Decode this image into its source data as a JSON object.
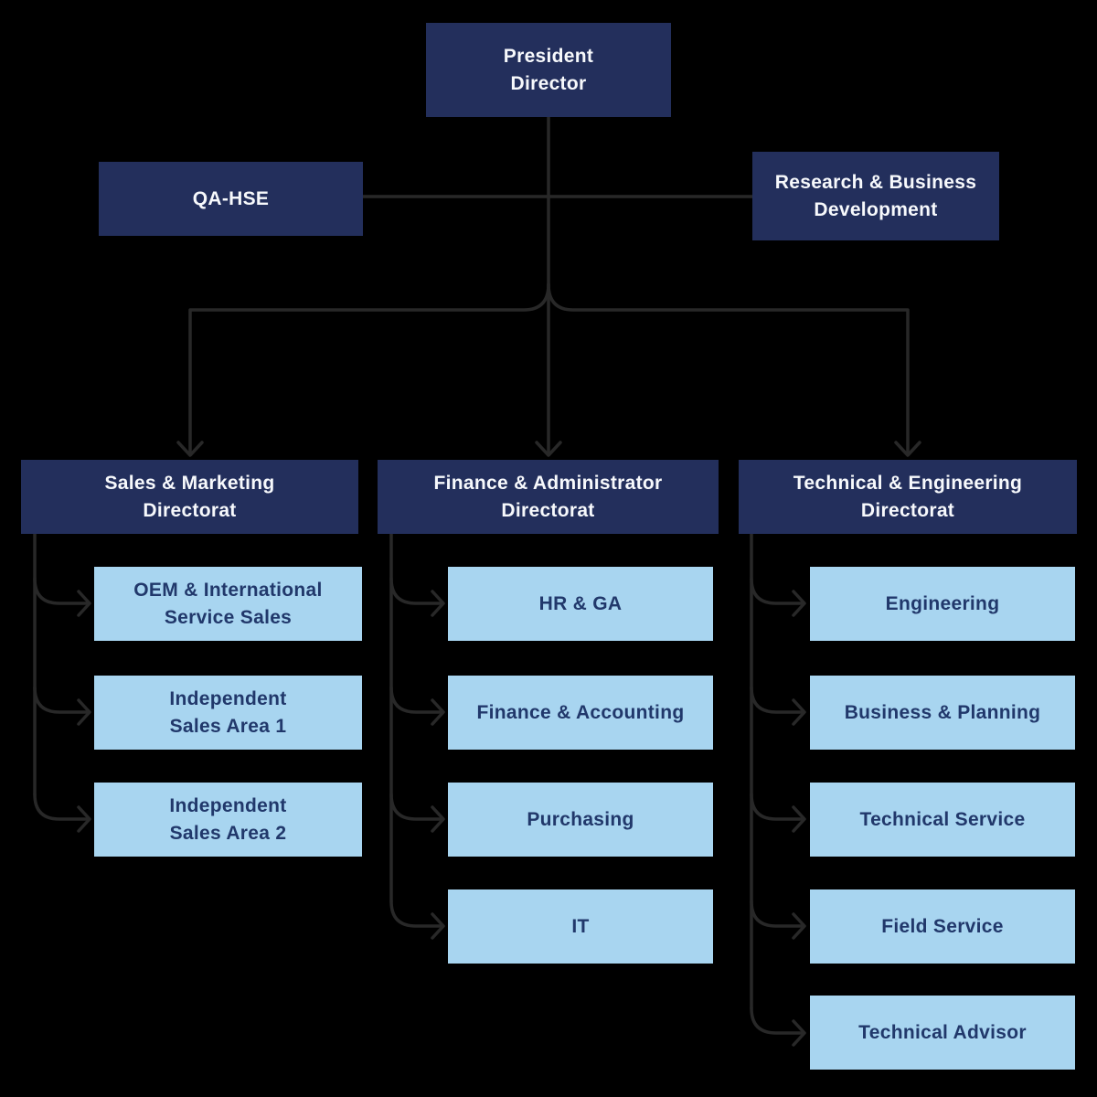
{
  "diagram_type": "organization-chart",
  "colors": {
    "background": "#000000",
    "box_navy": "#232F5C",
    "box_light_blue": "#A8D5F0",
    "text_on_navy": "#F7F9FC",
    "text_on_blue": "#21386B",
    "connector_line": "#282828"
  },
  "nodes": {
    "president": {
      "label": "President\nDirector"
    },
    "qa_hse": {
      "label": "QA-HSE"
    },
    "research_business_development": {
      "label": "Research & Business\nDevelopment"
    },
    "directorates": [
      {
        "label": "Sales & Marketing\nDirectorat",
        "children": [
          {
            "label": "OEM & International\nService Sales"
          },
          {
            "label": "Independent\nSales Area 1"
          },
          {
            "label": "Independent\nSales Area 2"
          }
        ]
      },
      {
        "label": "Finance & Administrator\nDirectorat",
        "children": [
          {
            "label": "HR & GA"
          },
          {
            "label": "Finance & Accounting"
          },
          {
            "label": "Purchasing"
          },
          {
            "label": "IT"
          }
        ]
      },
      {
        "label": "Technical & Engineering\nDirectorat",
        "children": [
          {
            "label": "Engineering"
          },
          {
            "label": "Business & Planning"
          },
          {
            "label": "Technical Service"
          },
          {
            "label": "Field Service"
          },
          {
            "label": "Technical Advisor"
          }
        ]
      }
    ]
  }
}
